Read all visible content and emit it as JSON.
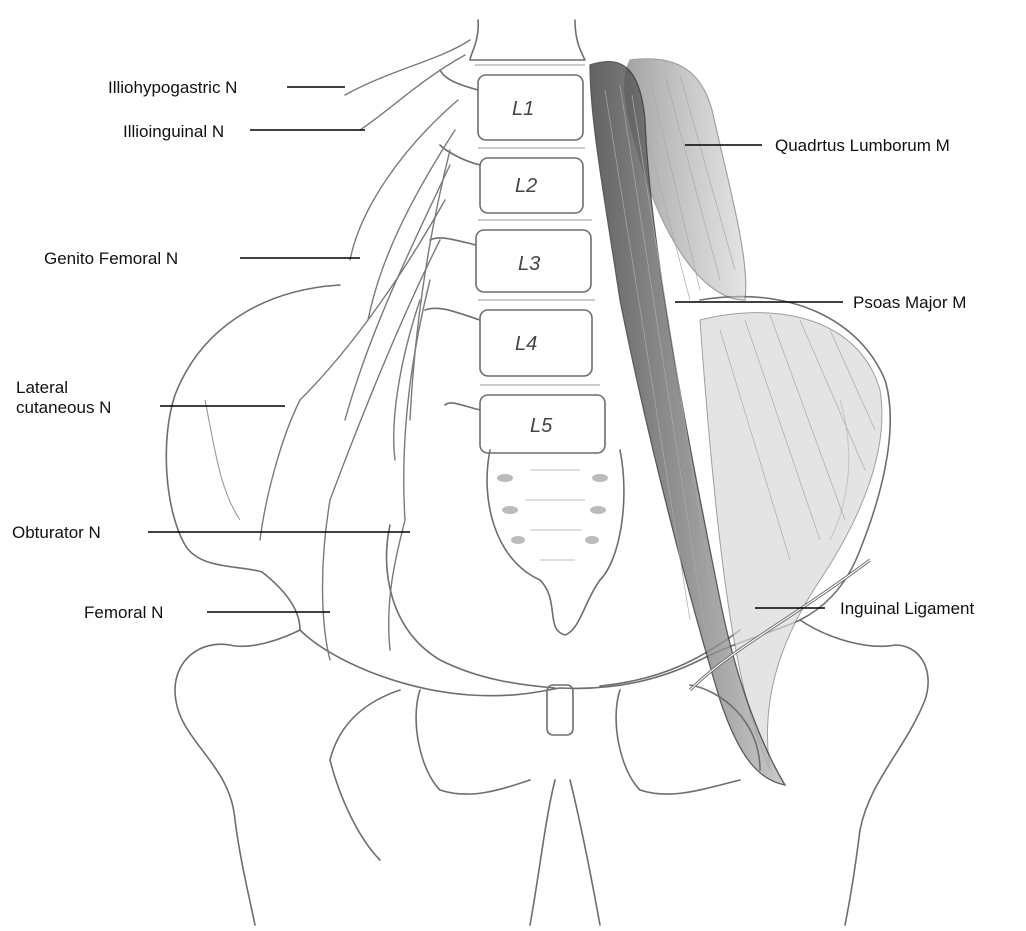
{
  "labels": {
    "iliohypogastric": "Illiohypogastric N",
    "ilioinguinal": "Illioinguinal N",
    "genitofemoral": "Genito Femoral N",
    "lateral_cutaneous_line1": "Lateral",
    "lateral_cutaneous_line2": "cutaneous N",
    "obturator": "Obturator N",
    "femoral": "Femoral N",
    "quadratus": "Quadrtus Lumborum M",
    "psoas": "Psoas Major M",
    "inguinal": "Inguinal Ligament"
  },
  "vertebrae": [
    "L1",
    "L2",
    "L3",
    "L4",
    "L5"
  ]
}
